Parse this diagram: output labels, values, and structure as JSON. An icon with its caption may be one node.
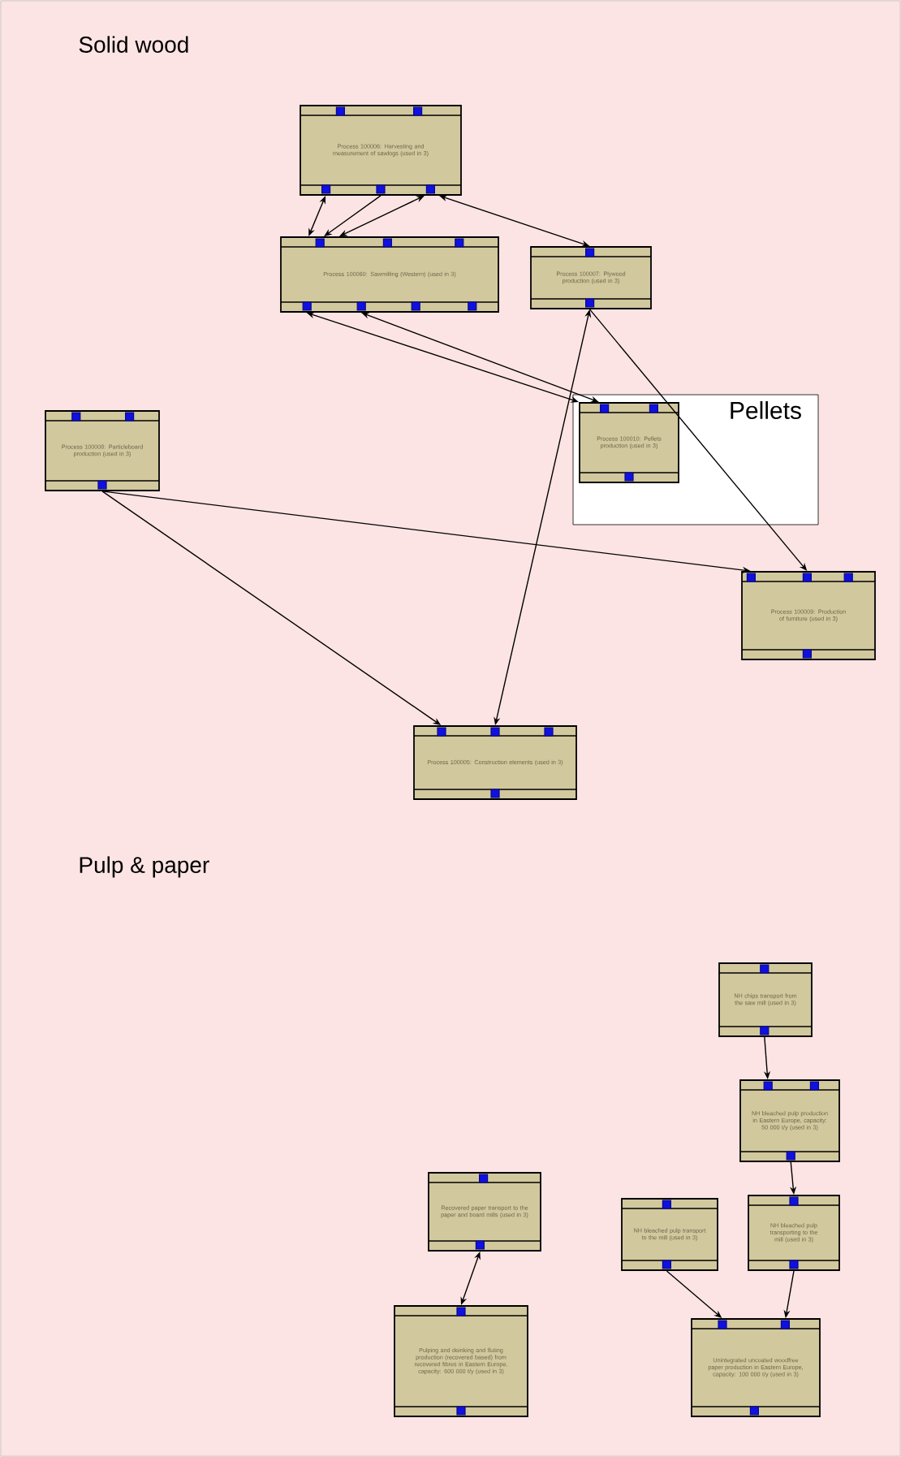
{
  "diagram": {
    "nodes": [
      {
        "text": [
          "Process 100006: Harvesting and measurement of sawlogs (used in 3)"
        ]
      },
      {
        "text": [
          "Process 100060: Sawmilling (Western) (used in 3)"
        ]
      },
      {
        "text": [
          "Process 100007: Plywood production (used in 3)"
        ]
      },
      {
        "text": [
          "Pellets"
        ]
      },
      {
        "text": [
          "Process 100010: Pellets production (used in 3)"
        ],
        "in": 3
      },
      {
        "text": [
          "Process 100008: Particleboard production (used in 3)"
        ]
      },
      {
        "text": [
          "Process 100009: Production of furniture (used in 3)"
        ]
      },
      {
        "text": [
          "Process 100005: Construction elements (used in 3)"
        ]
      },
      {
        "text": [
          "NH chips transport from the saw mill (used in 3)"
        ]
      },
      {
        "text": [
          "NH bleached pulp production in Eastern Europe, capacity: 50 000 t/y (used in 3)"
        ]
      },
      {
        "text": [
          "Recovered paper transport to the paper and board mills (used in 3)"
        ]
      },
      {
        "text": [
          "NH bleached pulp transport to the mill (used in 3)"
        ]
      },
      {
        "text": [
          "NH bleached pulp transporting to the mill (used in 3)"
        ]
      },
      {
        "text": [
          "Pulping and deinking and fluting production (recovered based) from recovered fibres in Eastern Europe, capacity: 600 000 t/y (used in 3)"
        ]
      },
      {
        "text": [
          "Unintegrated uncoated woodfree paper production in Eastern Europe, capacity: 100 000 t/y (used in 3)"
        ]
      }
    ],
    "edges": [
      {
        "from": 0,
        "to": 1,
        "arrow": "both"
      },
      {
        "from": 0,
        "to": 1,
        "arrow": "to"
      },
      {
        "from": 0,
        "to": 1,
        "arrow": "both"
      },
      {
        "from": 0,
        "to": 2,
        "arrow": "both"
      },
      {
        "from": 1,
        "to": 4,
        "arrow": "both"
      },
      {
        "from": 1,
        "to": 4,
        "arrow": "both"
      },
      {
        "from": 2,
        "to": 7,
        "arrow": "both"
      },
      {
        "from": 2,
        "to": 6,
        "arrow": "to"
      },
      {
        "from": 5,
        "to": 6,
        "arrow": "to"
      },
      {
        "from": 5,
        "to": 7,
        "arrow": "to"
      },
      {
        "from": 8,
        "to": 9,
        "arrow": "to"
      },
      {
        "from": 9,
        "to": 12,
        "arrow": "to"
      },
      {
        "from": 12,
        "to": 14,
        "arrow": "to"
      },
      {
        "from": 11,
        "to": 14,
        "arrow": "to"
      },
      {
        "from": 10,
        "to": 13,
        "arrow": "both"
      }
    ],
    "labels": [
      "Solid wood",
      "Pulp & paper"
    ]
  }
}
